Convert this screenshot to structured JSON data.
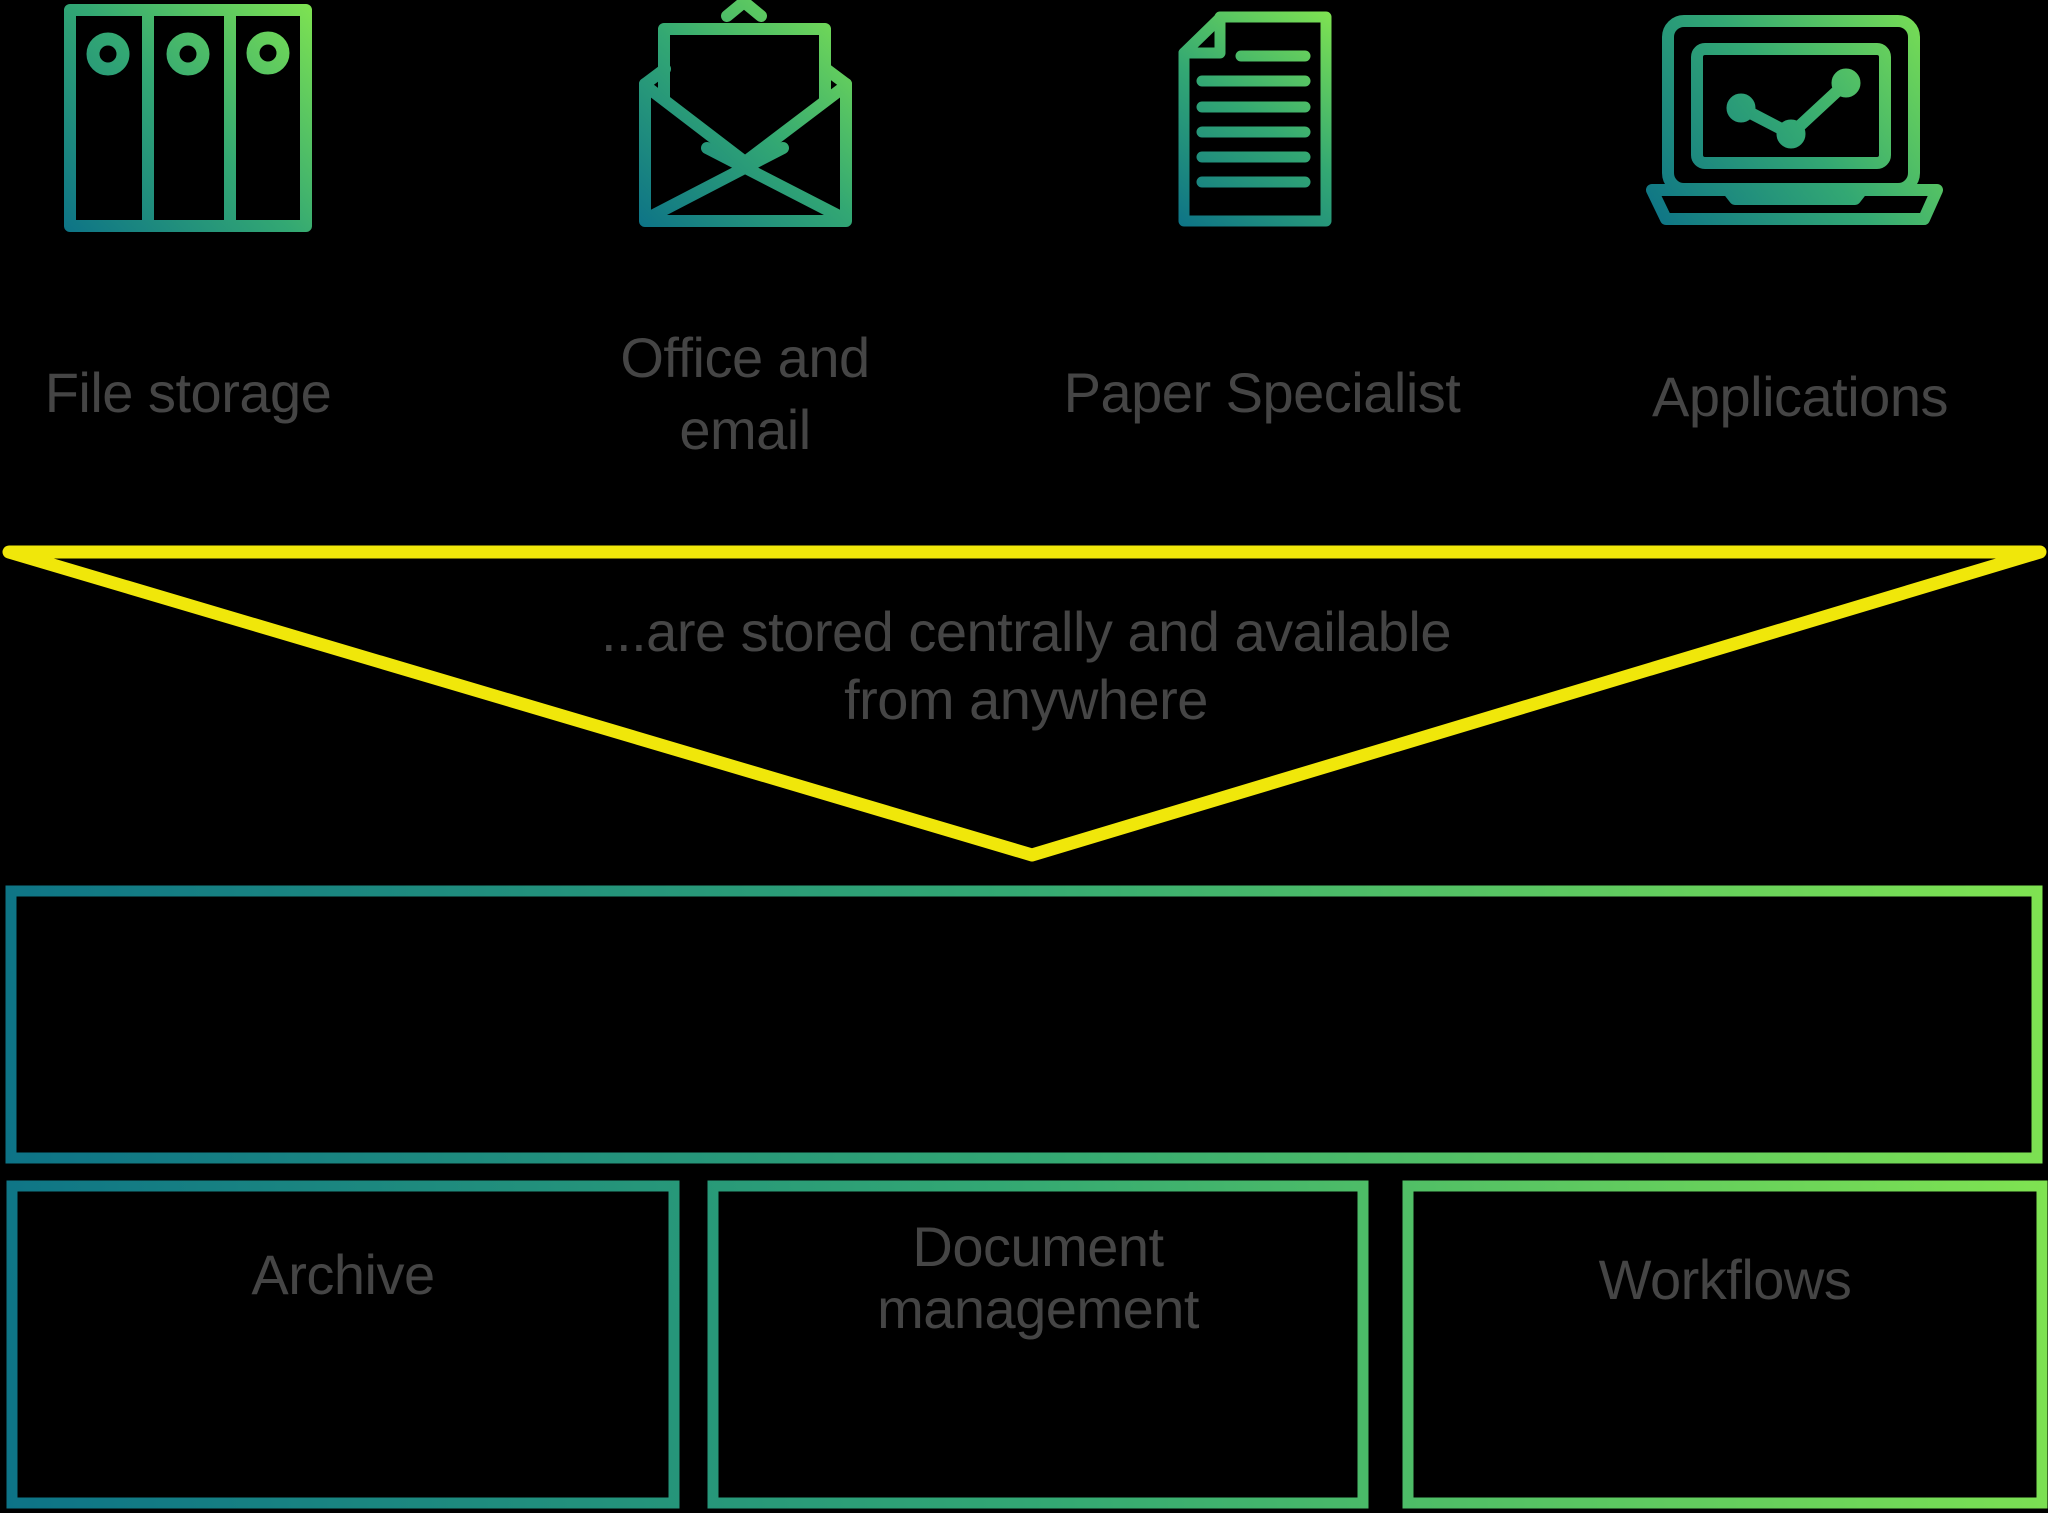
{
  "background_color": "#000000",
  "palette": {
    "gradient_teal": "#0D7387",
    "gradient_mid_green": "#33A873",
    "gradient_light_green": "#7FE351",
    "funnel_yellow": "#F0E70A",
    "label_gray": "#454545"
  },
  "sources": [
    {
      "label": "File storage",
      "icon": "file-binders-icon"
    },
    {
      "label": "Office and\nemail",
      "icon": "open-envelope-icon"
    },
    {
      "label": "Paper Specialist",
      "icon": "document-icon"
    },
    {
      "label": "Applications",
      "icon": "laptop-chart-icon"
    }
  ],
  "funnel": {
    "text": "...are stored centrally and available\nfrom anywhere"
  },
  "modules": [
    {
      "label": "Archive"
    },
    {
      "label": "Document\nmanagement"
    },
    {
      "label": "Workflows"
    }
  ]
}
